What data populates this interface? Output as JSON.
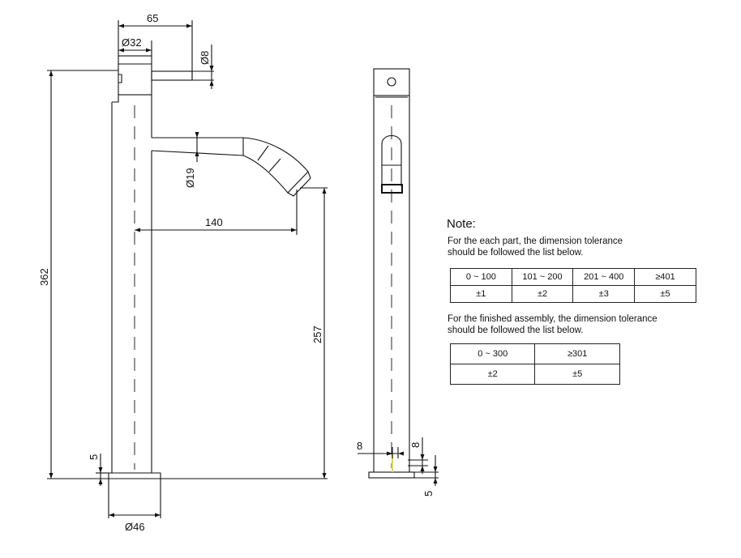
{
  "dimensions": {
    "width_65": "65",
    "dia_32": "Ø32",
    "dia_8": "Ø8",
    "dia_19": "Ø19",
    "reach_140": "140",
    "height_362": "362",
    "height_257": "257",
    "base_5_left": "5",
    "dia_46": "Ø46",
    "side_8_left": "8",
    "side_8_right": "8",
    "side_5": "5"
  },
  "note": {
    "title": "Note:",
    "part_text_line1": "For the each part, the dimension tolerance",
    "part_text_line2": "should be followed the list below.",
    "part_table": {
      "ranges": [
        "0 ~ 100",
        "101 ~ 200",
        "201 ~ 400",
        "≥401"
      ],
      "tolerances": [
        "±1",
        "±2",
        "±3",
        "±5"
      ]
    },
    "assembly_text_line1": "For the finished assembly, the dimension tolerance",
    "assembly_text_line2": "should be followed the list below.",
    "assembly_table": {
      "ranges": [
        "0 ~ 300",
        "≥301"
      ],
      "tolerances": [
        "±2",
        "±5"
      ]
    }
  }
}
